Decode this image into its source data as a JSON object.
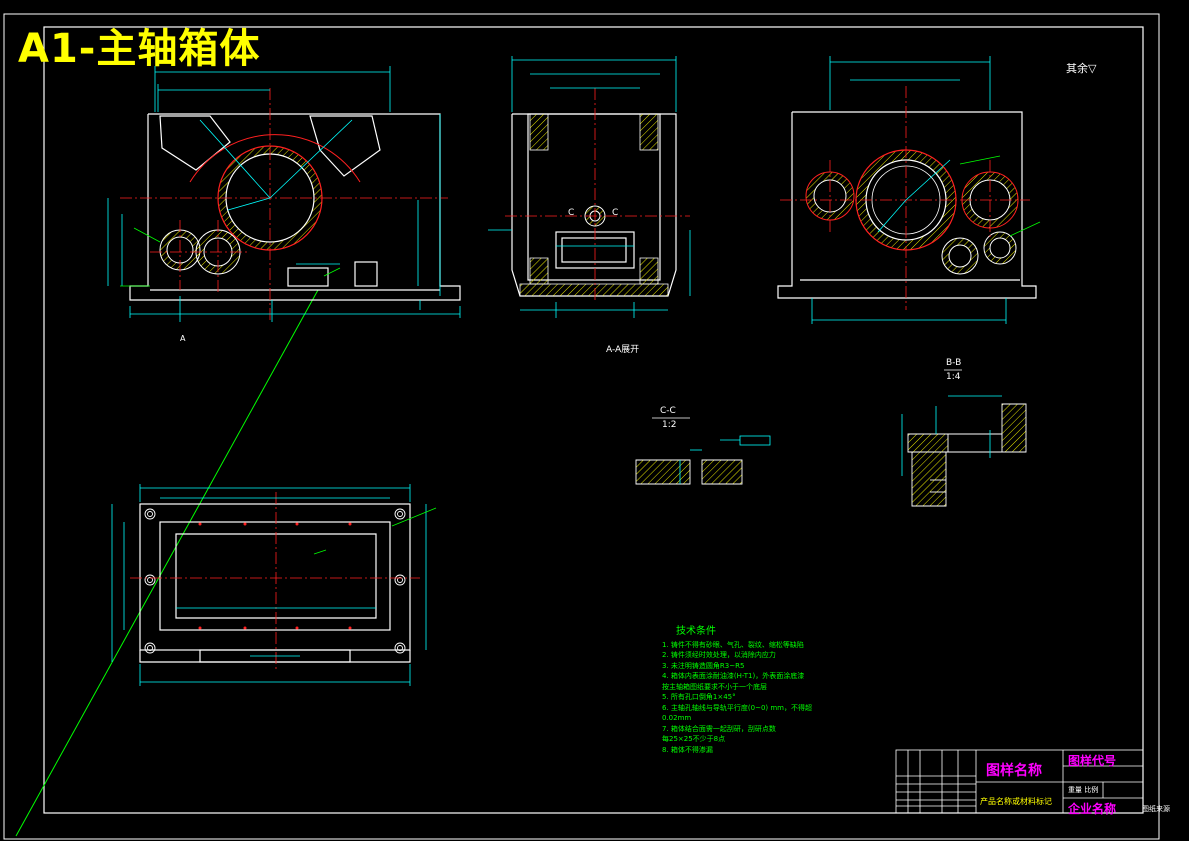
{
  "drawing": {
    "title": "A1-主轴箱体",
    "section_aa": "A-A展开",
    "section_cc": "C-C",
    "section_cc_scale": "1:2",
    "section_bb": "B-B",
    "section_bb_scale": "1:4",
    "label_a": "A",
    "label_c_left": "C",
    "label_c_right": "C",
    "remainder_note": "其余▽",
    "frame_color": "#ffffff",
    "geometry_color": "#ffffff",
    "dimension_color": "#00ffff",
    "centerline_color": "#ff0000",
    "hatch_color": "#ffff00",
    "leader_color": "#00ff00"
  },
  "tech_requirements": {
    "title": "技术条件",
    "items": [
      "1. 铸件不得有砂眼、气孔、裂纹、缩松等缺陷",
      "2. 铸件须经时效处理，以消除内应力",
      "3. 未注明铸造圆角R3~R5",
      "4. 箱体内表面涂耐油漆(H-T1)，外表面涂底漆",
      "   按主轴箱图纸要求不小于一个底层",
      "5. 所有孔口倒角1×45°",
      "6. 主轴孔轴线与导轨平行度(0~0) mm，不得超",
      "   0.02mm",
      "7. 箱体结合面需一起刮研，刮研点数",
      "   每25×25不少于8点",
      "8. 箱体不得渗漏"
    ]
  },
  "title_block": {
    "drawing_name": "图样名称",
    "drawing_code": "图样代号",
    "product_material": "产品名称或材料标记",
    "company_name": "企业名称",
    "scale_label": "重量 比例",
    "sheet_note": "图纸来源"
  }
}
